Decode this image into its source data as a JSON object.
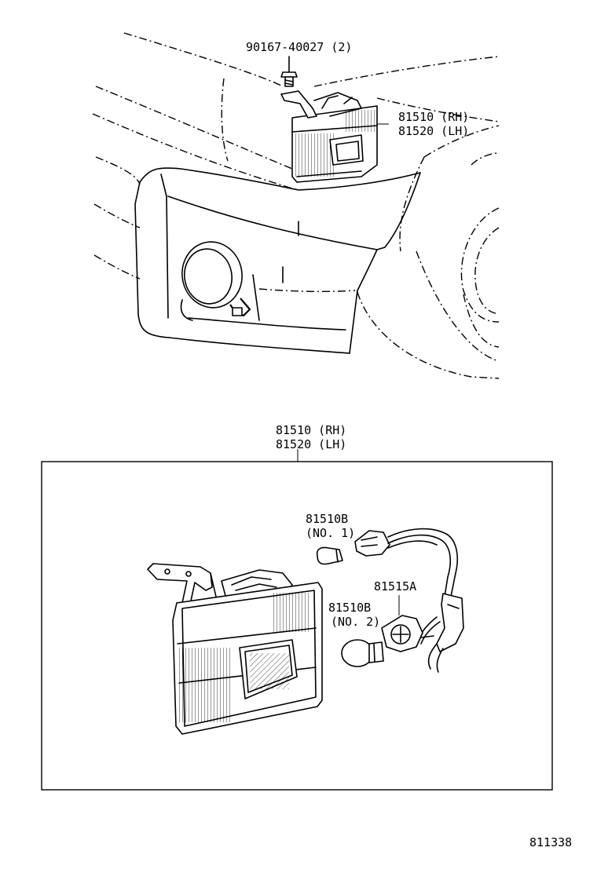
{
  "labels": {
    "bolt": "90167-40027 (2)",
    "top_rh": "81510 (RH)",
    "top_lh": "81520 (LH)",
    "box_rh": "81510 (RH)",
    "box_lh": "81520 (LH)",
    "bulb1_part": "81510B",
    "bulb1_no": "(NO. 1)",
    "socket": "81515A",
    "bulb2_part": "81510B",
    "bulb2_no": "(NO. 2)",
    "figure_code": "811338"
  }
}
